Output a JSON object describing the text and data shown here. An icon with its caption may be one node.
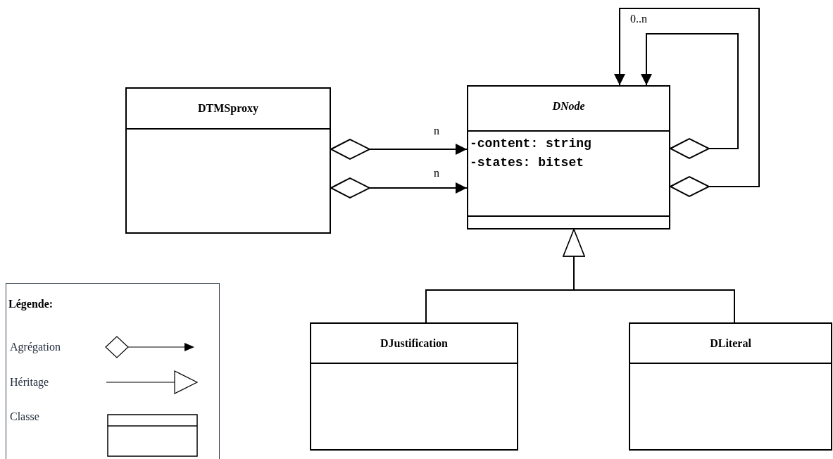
{
  "diagram": {
    "nodes": [
      {
        "text": [
          "DTMSproxy"
        ]
      },
      {
        "text": [
          "DNode",
          "-content: string",
          "-states: bitset"
        ]
      },
      {
        "text": [
          "DJustification"
        ]
      },
      {
        "text": [
          "DLiteral"
        ]
      }
    ],
    "edges": [
      {
        "from": 0,
        "to": 1,
        "arrow": "to",
        "label": "n"
      },
      {
        "from": 0,
        "to": 1,
        "arrow": "to",
        "label": "n"
      },
      {
        "from": 1,
        "to": 1,
        "arrow": "to"
      },
      {
        "from": 1,
        "to": 1,
        "arrow": "to",
        "label": "0..n"
      },
      {
        "from": 2,
        "to": 1,
        "arrow": "to"
      },
      {
        "from": 3,
        "to": 1,
        "arrow": "to"
      }
    ],
    "labels": [
      "Légende:"
    ],
    "legend": [
      {
        "text": "Agrégation"
      },
      {
        "text": "Héritage"
      },
      {
        "text": "Classe"
      }
    ]
  }
}
